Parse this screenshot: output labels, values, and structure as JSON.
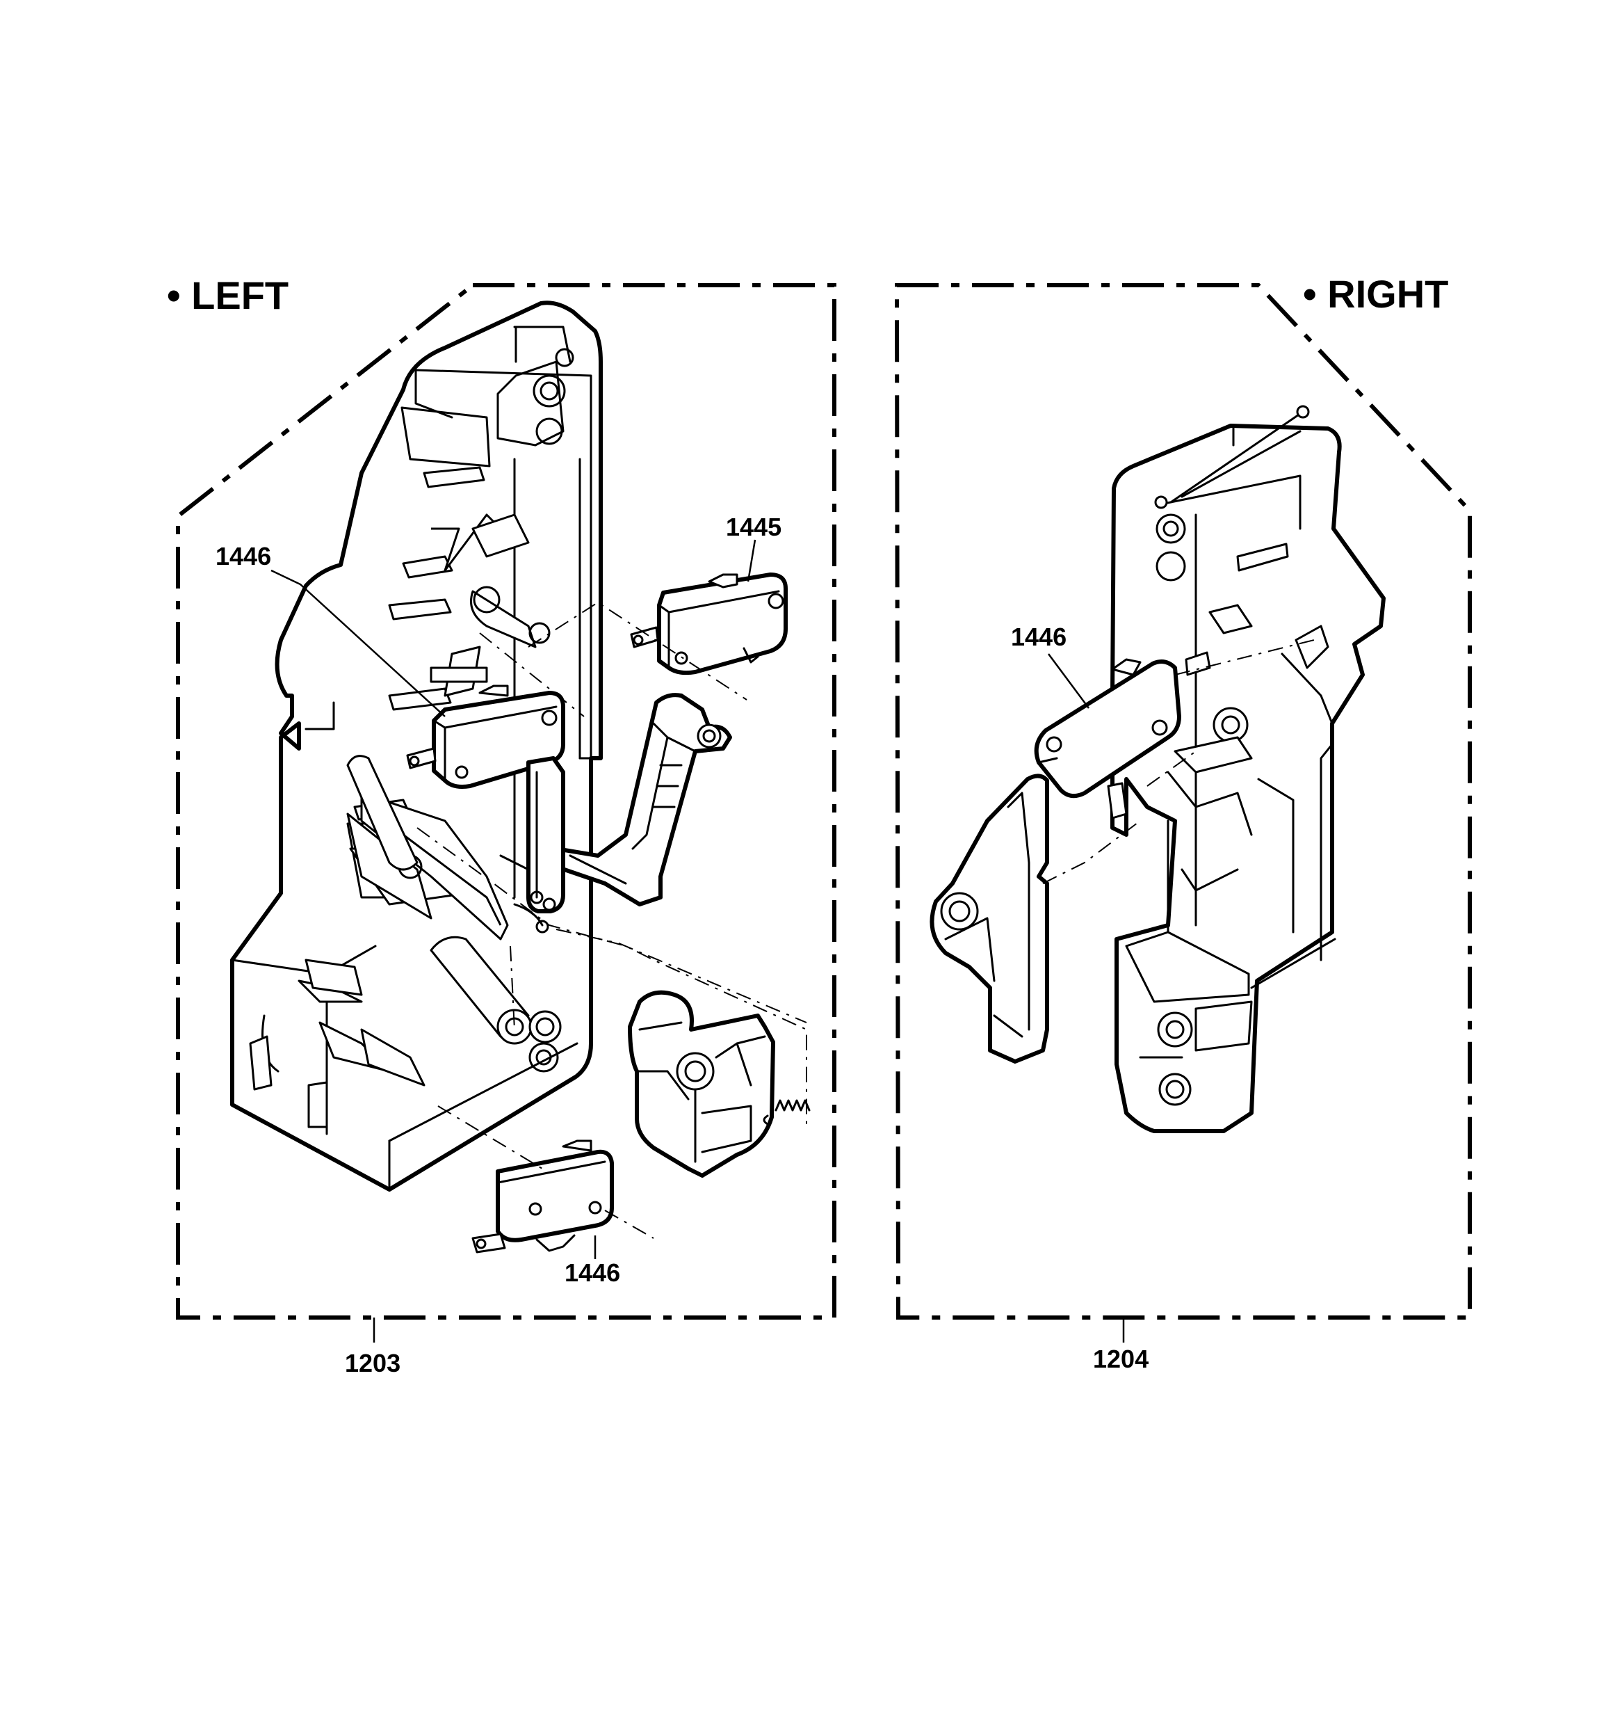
{
  "diagram": {
    "left_panel": {
      "title": "• LEFT",
      "assembly_number": "1203",
      "callouts": [
        "1446",
        "1445",
        "1446"
      ]
    },
    "right_panel": {
      "title": "• RIGHT",
      "assembly_number": "1204",
      "callouts": [
        "1446"
      ]
    }
  }
}
